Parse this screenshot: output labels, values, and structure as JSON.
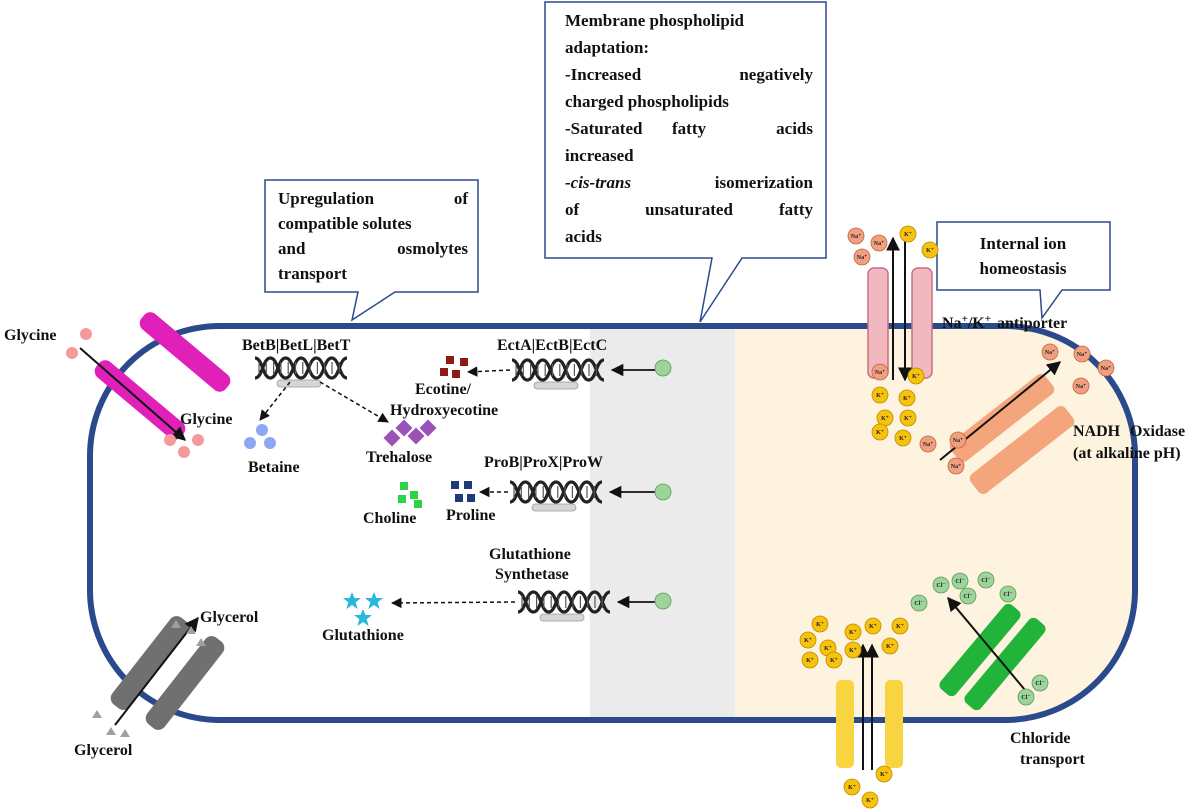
{
  "callouts": {
    "solutes": {
      "lines": [
        [
          "Upregulation",
          "of"
        ],
        [
          "compatible solutes"
        ],
        [
          "and",
          "osmolytes"
        ],
        [
          "transport"
        ]
      ]
    },
    "membrane": {
      "lines": [
        [
          "Membrane phospholipid"
        ],
        [
          "adaptation:"
        ],
        [
          "-Increased",
          "negatively"
        ],
        [
          "charged phospholipids"
        ],
        [
          "-Saturated",
          "fatty",
          "acids"
        ],
        [
          "increased"
        ],
        [
          "-cis-trans",
          "isomerization"
        ],
        [
          "of",
          "unsaturated",
          "fatty"
        ],
        [
          "acids"
        ]
      ]
    },
    "ion": {
      "lines": [
        [
          "Internal ion"
        ],
        [
          "homeostasis"
        ]
      ]
    }
  },
  "labels": {
    "glycine_out": "Glycine",
    "glycine_in": "Glycine",
    "betb": "BetB|BetL|BetT",
    "betaine": "Betaine",
    "trehalose": "Trehalose",
    "ect": "EctA|EctB|EctC",
    "ectoine_1": "Ecotine/",
    "ectoine_2": "Hydroxyecotine",
    "pro": "ProB|ProX|ProW",
    "choline": "Choline",
    "proline": "Proline",
    "gsh_1": "Glutathione",
    "gsh_2": "Synthetase",
    "glutathione": "Glutathione",
    "glycerol_in": "Glycerol",
    "glycerol_out": "Glycerol",
    "antiporter_base": "Na",
    "antiporter_sup1": "+",
    "antiporter_mid": "/K",
    "antiporter_sup2": "+",
    "antiporter_tail": "antiporter",
    "nadh_1a": "NADH",
    "nadh_1b": "Oxidase",
    "nadh_2": "(at alkaline pH)",
    "chloride_1": "Chloride",
    "chloride_2": "transport"
  },
  "ions": {
    "na": "Na⁺",
    "k": "K⁺",
    "cl": "Cl⁻"
  },
  "colors": {
    "membrane": "#2b4a8c",
    "glycine_channel": "#e020b8",
    "glycerol_channel": "#707070",
    "antiporter": "#f2b8c0",
    "nadh": "#f4a57c",
    "chloride_channel": "#22b43a",
    "k_channel": "#f8d440",
    "na_ion": "#f0a080",
    "k_ion": "#f6c20e",
    "cl_ion": "#9cd49a",
    "cytoplasm_right": "#fdf3de",
    "cytoplasm_mid": "#ebebeb"
  }
}
